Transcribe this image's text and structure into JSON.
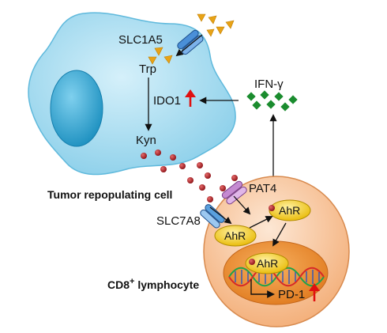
{
  "labels": {
    "slc1a5": "SLC1A5",
    "trp": "Trp",
    "ido1": "IDO1",
    "kyn": "Kyn",
    "ifn": "IFN-γ",
    "tumor_cell": "Tumor repopulating cell",
    "pat4": "PAT4",
    "slc7a8": "SLC7A8",
    "ahr_membrane": "AhR",
    "ahr_cytoplasm": "AhR",
    "ahr_nucleus": "AhR",
    "pd1": "PD-1",
    "cd8_main": "CD8",
    "cd8_sup": "+",
    "cd8_tail": " lymphocyte"
  },
  "colors": {
    "tumor_cell": "#a9dcef",
    "tumor_nucleus": "#2aa3cf",
    "lymphocyte": "#f5b98a",
    "lymphocyte_nucleus": "#e9842f",
    "ahr": "#f2c200",
    "kynurenine_dot": "#b01e23",
    "tryptophan": "#e8a316",
    "ifn_gamma": "#1a8c2e",
    "upregulation_arrow": "#e01010"
  },
  "icons": {
    "up_arrow": "upregulation-arrow-icon",
    "transporter": "membrane-transporter-icon",
    "dna": "dna-helix-icon"
  }
}
